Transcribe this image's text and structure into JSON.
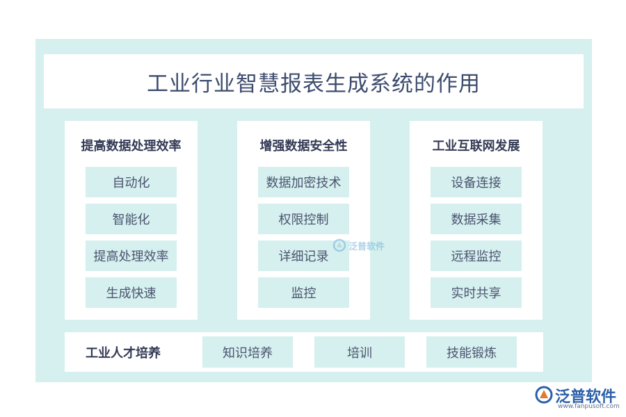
{
  "title": "工业行业智慧报表生成系统的作用",
  "panels": [
    {
      "heading": "提高数据处理效率",
      "items": [
        "自动化",
        "智能化",
        "提高处理效率",
        "生成快速"
      ]
    },
    {
      "heading": "增强数据安全性",
      "items": [
        "数据加密技术",
        "权限控制",
        "详细记录",
        "监控"
      ]
    },
    {
      "heading": "工业互联网发展",
      "items": [
        "设备连接",
        "数据采集",
        "远程监控",
        "实时共享"
      ]
    }
  ],
  "talent": {
    "heading": "工业人才培养",
    "items": [
      "知识培养",
      "培训",
      "技能锻炼"
    ]
  },
  "watermark": {
    "text": "泛普软件"
  },
  "brand": {
    "name": "泛普软件",
    "url": "www.fanpusoft.com"
  },
  "colors": {
    "frame": "#d5f0ee",
    "chip": "#d5f0ee",
    "title_text": "#3d4c6e",
    "brand": "#2a5fa8"
  }
}
